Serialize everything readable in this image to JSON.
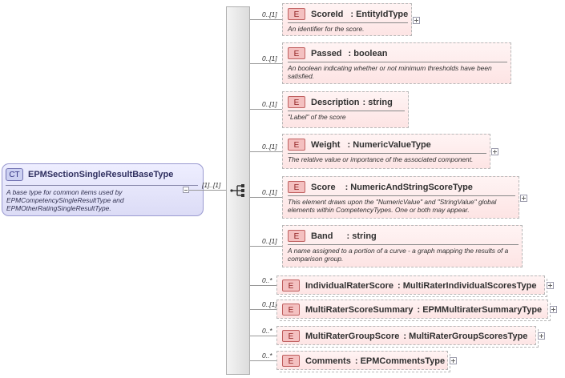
{
  "complex_type": {
    "badge": "CT",
    "name": "EPMSectionSingleResultBaseType",
    "doc": "A base type for common items used by EPMCompetencySingleResultType and EPMOtherRatingSingleResultType."
  },
  "sequence_multiplicity": "[1]..[1]",
  "elements": [
    {
      "badge": "E",
      "name": "ScoreId",
      "type": ": EntityIdType",
      "mult": "0..[1]",
      "doc": "An identifier for the score.",
      "plus": true
    },
    {
      "badge": "E",
      "name": "Passed",
      "type": ": boolean",
      "mult": "0..[1]",
      "doc": "An boolean indicating whether or not minimum thresholds have been satisfied.",
      "plus": false
    },
    {
      "badge": "E",
      "name": "Description",
      "type": ": string",
      "mult": "0..[1]",
      "doc": "\"Label\" of the score",
      "plus": false
    },
    {
      "badge": "E",
      "name": "Weight",
      "type": ": NumericValueType",
      "mult": "0..[1]",
      "doc": "The relative value or importance of the associated component.",
      "plus": true
    },
    {
      "badge": "E",
      "name": "Score",
      "type": ": NumericAndStringScoreType",
      "mult": "0..[1]",
      "doc": "This element draws upon the \"NumericValue\" and \"StringValue\" global elements within CompetencyTypes. One or both may appear.",
      "plus": true
    },
    {
      "badge": "E",
      "name": "Band",
      "type": ": string",
      "mult": "0..[1]",
      "doc": "A name assigned to a portion of a curve - a graph mapping the results of a comparison group.",
      "plus": false
    },
    {
      "badge": "E",
      "name": "IndividualRaterScore",
      "type": ": MultiRaterIndividualScoresType",
      "mult": "0..*",
      "doc": "",
      "plus": true
    },
    {
      "badge": "E",
      "name": "MultiRaterScoreSummary",
      "type": ": EPMMultiraterSummaryType",
      "mult": "0..[1]",
      "doc": "",
      "plus": true
    },
    {
      "badge": "E",
      "name": "MultiRaterGroupScore",
      "type": ": MultiRaterGroupScoresType",
      "mult": "0..*",
      "doc": "",
      "plus": true
    },
    {
      "badge": "E",
      "name": "Comments",
      "type": ": EPMCommentsType",
      "mult": "0..*",
      "doc": "",
      "plus": true
    }
  ]
}
